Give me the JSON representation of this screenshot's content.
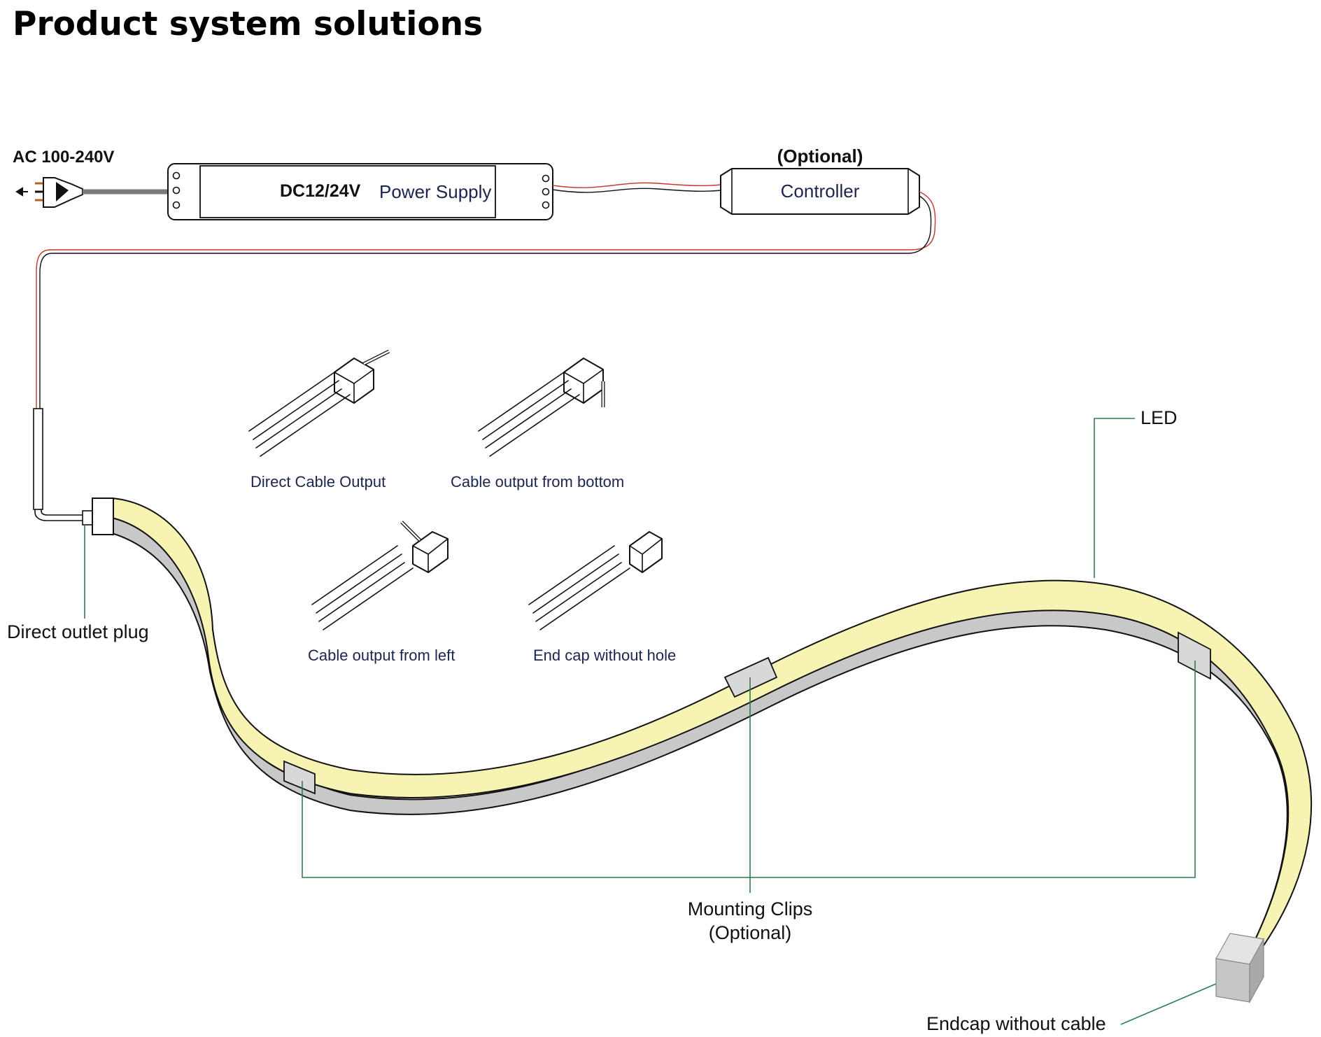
{
  "title": "Product system solutions",
  "components": {
    "ac_input": "AC 100-240V",
    "power_supply_voltage": "DC12/24V",
    "power_supply_name": "Power Supply",
    "controller_optional": "(Optional)",
    "controller_name": "Controller"
  },
  "cable_options": [
    "Direct Cable Output",
    "Cable output from bottom",
    "Cable output from left",
    "End cap without hole"
  ],
  "callouts": {
    "led": "LED",
    "direct_outlet_plug": "Direct outlet plug",
    "mounting_clips": "Mounting Clips",
    "mounting_clips_optional": "(Optional)",
    "endcap": "Endcap without cable"
  },
  "colors": {
    "led_face": "#f7f3b3",
    "strip_body": "#c8c8c8",
    "leader_line": "#2e7d4f",
    "wire_red": "#c0392b",
    "label_navy": "#1c2550"
  }
}
